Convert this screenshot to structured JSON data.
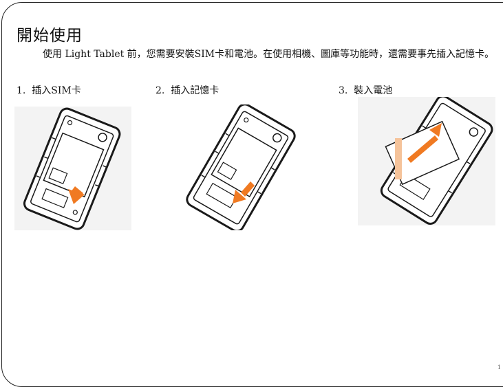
{
  "page": {
    "title": "開始使用",
    "intro": "使用 Light Tablet 前，您需要安裝SIM卡和電池。在使用相機、圖庫等功能時，還需要事先插入記憶卡。",
    "steps": [
      {
        "number": "1.",
        "label": "插入SIM卡"
      },
      {
        "number": "2.",
        "label": "插入記憶卡"
      },
      {
        "number": "3.",
        "label": "裝入電池"
      }
    ],
    "page_number": "1"
  },
  "figures": [
    {
      "icon": "sim-insert-illustration"
    },
    {
      "icon": "memory-card-insert-illustration"
    },
    {
      "icon": "battery-install-illustration"
    }
  ]
}
